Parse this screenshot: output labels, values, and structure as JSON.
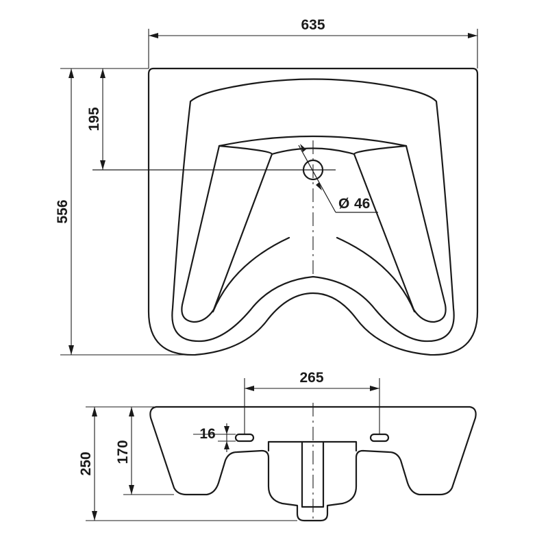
{
  "dimensions": {
    "width_overall": "635",
    "depth_overall": "556",
    "tap_hole_offset": "195",
    "tap_hole_diameter": "46",
    "diameter_symbol": "Ø",
    "fixing_centres": "265",
    "fixing_hole_size": "16",
    "fixing_height": "170",
    "height_overall": "250"
  },
  "colors": {
    "line": "#1a1a1a",
    "background": "#ffffff"
  }
}
